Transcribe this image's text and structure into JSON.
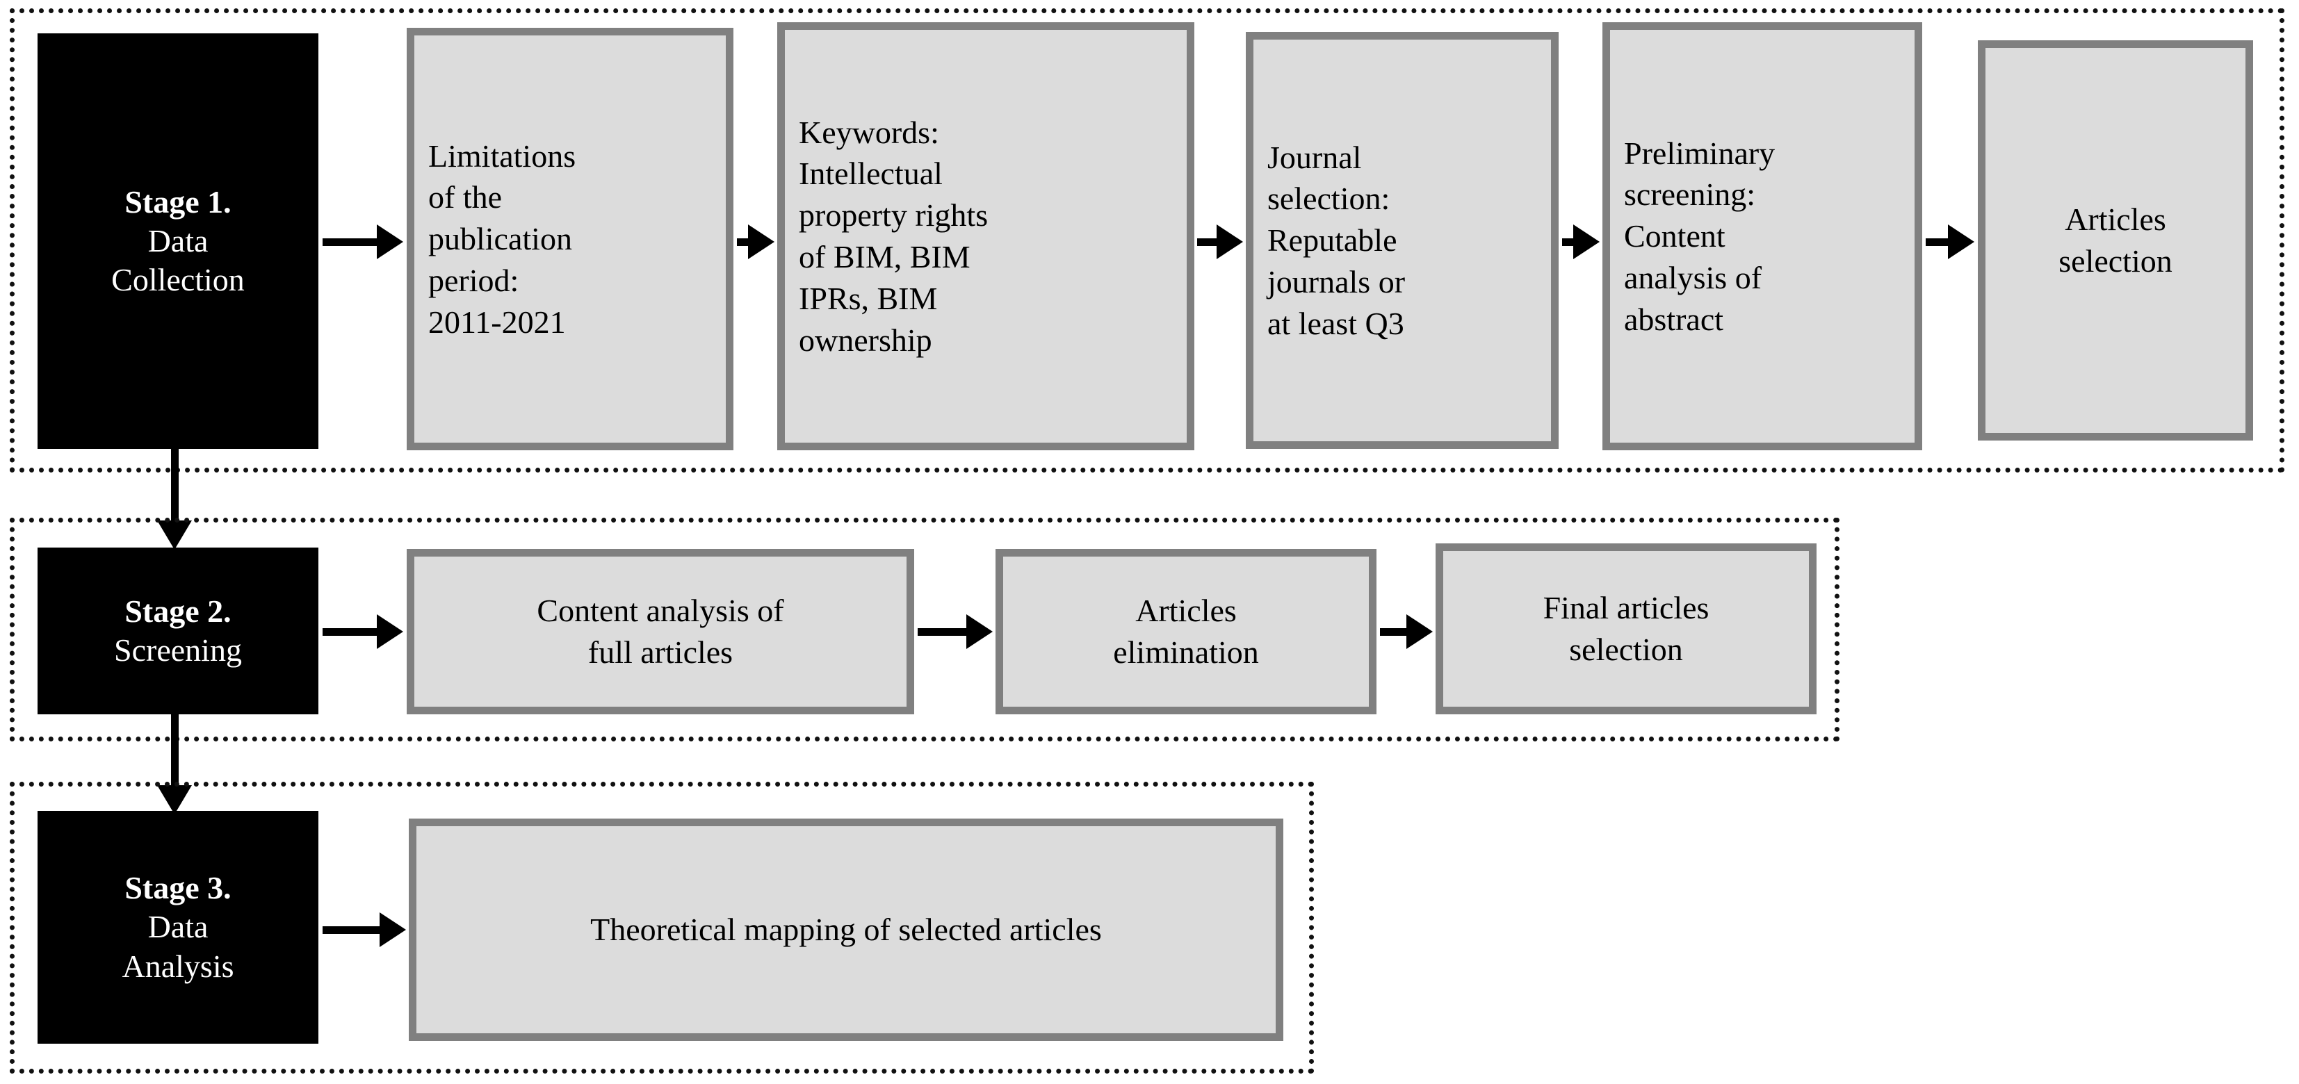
{
  "diagram": {
    "title": "Three-stage literature review methodology flowchart",
    "colors": {
      "stage_label_bg": "#000000",
      "stage_label_text": "#ffffff",
      "process_fill": "#dcdcdc",
      "process_border": "#808080",
      "arrow": "#000000",
      "group_border": "#111111",
      "page_bg": "#ffffff"
    },
    "stages": [
      {
        "id": "stage-1",
        "label_number": "Stage 1.",
        "label_name": "Data Collection",
        "label_name_lines": [
          "Data",
          "Collection"
        ],
        "steps": [
          {
            "id": "limitations-of-publication-period",
            "text": "Limitations of the publication period: 2011-2021",
            "lines": [
              "Limitations",
              "of the",
              "publication",
              "period:",
              "2011-2021"
            ],
            "align": "left"
          },
          {
            "id": "keywords",
            "text": "Keywords: Intellectual property rights of BIM, BIM IPRs, BIM ownership",
            "lines": [
              "Keywords:",
              "Intellectual",
              "property rights",
              "of BIM, BIM",
              "IPRs, BIM",
              "ownership"
            ],
            "align": "left"
          },
          {
            "id": "journal-selection",
            "text": "Journal selection: Reputable journals or at least Q3",
            "lines": [
              "Journal",
              "selection:",
              "Reputable",
              "journals or",
              "at least Q3"
            ],
            "align": "left"
          },
          {
            "id": "preliminary-screening",
            "text": "Preliminary screening: Content analysis of abstract",
            "lines": [
              "Preliminary",
              "screening:",
              "Content",
              "analysis of",
              "abstract"
            ],
            "align": "left"
          },
          {
            "id": "articles-selection",
            "text": "Articles selection",
            "lines": [
              "Articles",
              "selection"
            ],
            "align": "center"
          }
        ]
      },
      {
        "id": "stage-2",
        "label_number": "Stage 2.",
        "label_name": "Screening",
        "label_name_lines": [
          "Screening"
        ],
        "steps": [
          {
            "id": "content-analysis-full-articles",
            "text": "Content analysis of full articles",
            "lines": [
              "Content analysis of",
              "full articles"
            ],
            "align": "center"
          },
          {
            "id": "articles-elimination",
            "text": "Articles elimination",
            "lines": [
              "Articles",
              "elimination"
            ],
            "align": "center"
          },
          {
            "id": "final-articles-selection",
            "text": "Final articles selection",
            "lines": [
              "Final articles",
              "selection"
            ],
            "align": "center"
          }
        ]
      },
      {
        "id": "stage-3",
        "label_number": "Stage 3.",
        "label_name": "Data Analysis",
        "label_name_lines": [
          "Data",
          "Analysis"
        ],
        "steps": [
          {
            "id": "theoretical-mapping",
            "text": "Theoretical mapping of selected articles",
            "lines": [
              "Theoretical mapping of selected articles"
            ],
            "align": "center"
          }
        ]
      }
    ],
    "connectors": {
      "horizontal_count": 9,
      "vertical_count": 2,
      "direction": "left-to-right within stage, top-to-bottom between stages"
    }
  }
}
